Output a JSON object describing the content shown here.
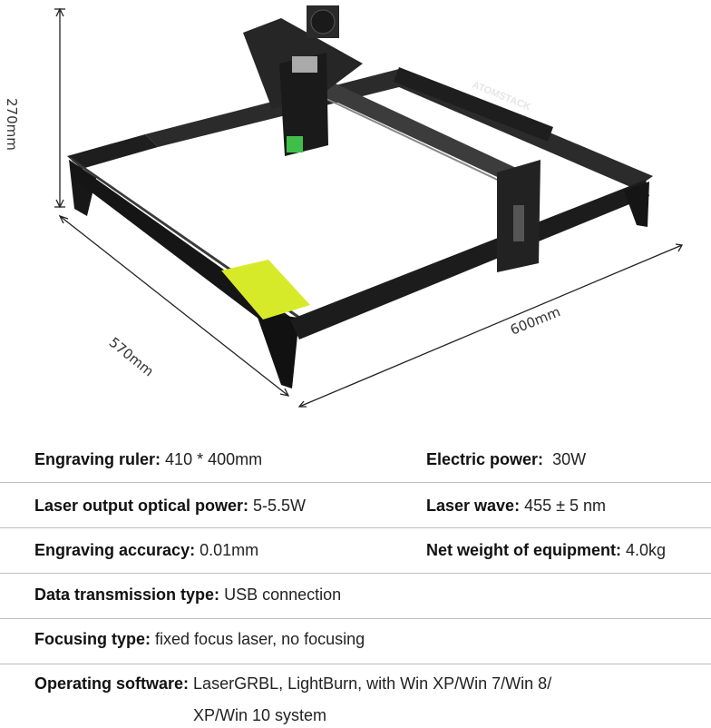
{
  "dimensions": {
    "height": "270mm",
    "depth": "570mm",
    "width": "600mm"
  },
  "brand": "ATOMSTACK",
  "specs": {
    "engraving_ruler": {
      "label": "Engraving ruler:",
      "value": "410 * 400mm"
    },
    "electric_power": {
      "label": "Electric power:",
      "value": "30W"
    },
    "laser_output": {
      "label": "Laser output optical power:",
      "value": "5-5.5W"
    },
    "laser_wave": {
      "label": "Laser wave:",
      "value": "455 ± 5 nm"
    },
    "engraving_accuracy": {
      "label": "Engraving accuracy:",
      "value": "0.01mm"
    },
    "net_weight": {
      "label": "Net weight of equipment:",
      "value": "4.0kg"
    },
    "data_transmission": {
      "label": "Data transmission type:",
      "value": "USB connection"
    },
    "focusing_type": {
      "label": "Focusing type:",
      "value": "fixed focus laser, no focusing"
    },
    "operating_software": {
      "label": "Operating software:",
      "value": "LaserGRBL, LightBurn, with Win XP/Win 7/Win 8/",
      "value_line2": "XP/Win 10 system"
    }
  }
}
